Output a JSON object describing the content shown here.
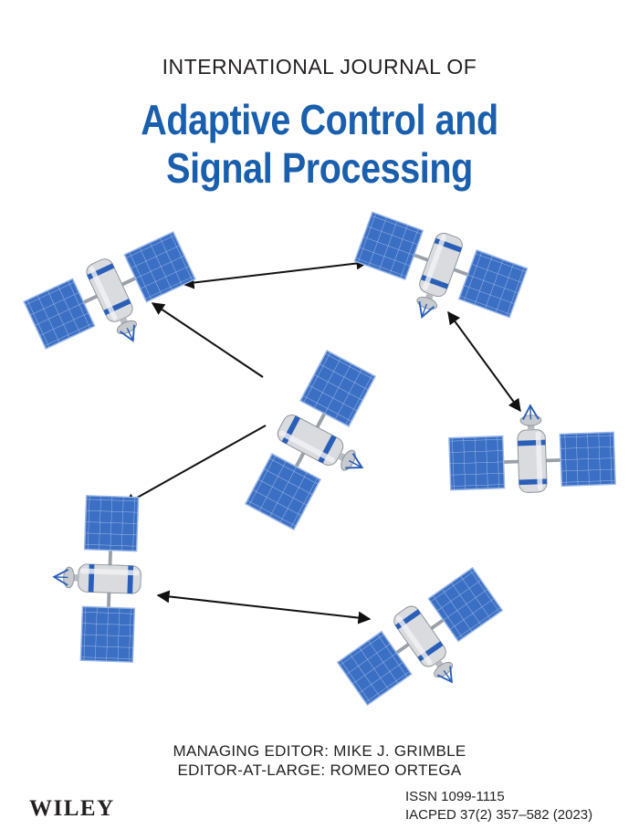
{
  "journal": {
    "prefix": "INTERNATIONAL JOURNAL OF",
    "title_line1": "Adaptive Control and",
    "title_line2": "Signal Processing"
  },
  "editors": {
    "managing": "MANAGING EDITOR: MIKE J. GRIMBLE",
    "at_large": "EDITOR-AT-LARGE: ROMEO ORTEGA"
  },
  "publisher": "WILEY",
  "issn": "ISSN 1099-1115",
  "citation": "IACPED 37(2) 357–582 (2023)",
  "colors": {
    "title_blue": "#1a5fae",
    "panel_blue": "#3b6fc4",
    "panel_grid": "#9cb8e6",
    "body_gray": "#d9dbdf",
    "band_blue": "#2a5fb8"
  },
  "illustration": {
    "satellites": [
      {
        "name": "satellite-top-left"
      },
      {
        "name": "satellite-top-right"
      },
      {
        "name": "satellite-center"
      },
      {
        "name": "satellite-right"
      },
      {
        "name": "satellite-bottom-left"
      },
      {
        "name": "satellite-bottom-right"
      }
    ],
    "links": [
      {
        "name": "link-top-left-to-top-right",
        "style": "double-arrow"
      },
      {
        "name": "link-top-right-to-right",
        "style": "double-arrow"
      },
      {
        "name": "link-center-to-top-left",
        "style": "arrow"
      },
      {
        "name": "link-center-to-bottom-left",
        "style": "arrow"
      },
      {
        "name": "link-bottom-left-to-bottom-right",
        "style": "double-arrow"
      }
    ]
  }
}
